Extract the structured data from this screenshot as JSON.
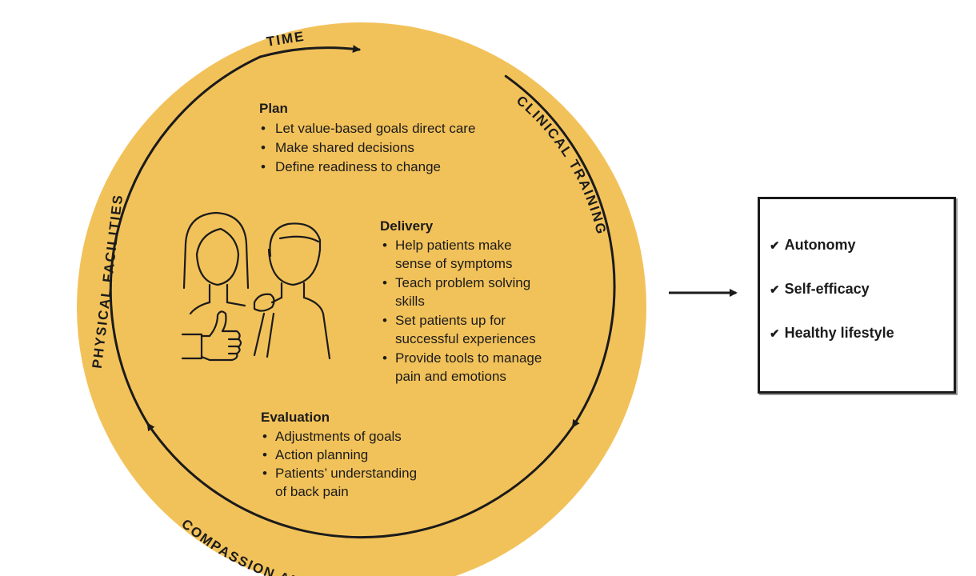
{
  "colors": {
    "circle_fill": "#f2c25a",
    "ink": "#1b1b1b"
  },
  "ring_labels": {
    "time": "TIME",
    "clinical_training": "CLINICAL TRAINING",
    "compassion": "COMPASSION AND RESPECT",
    "physical_facilities": "PHYSICAL FACILITIES"
  },
  "plan": {
    "title": "Plan",
    "items": [
      "Let value-based goals direct care",
      "Make shared decisions",
      "Define readiness to change"
    ]
  },
  "delivery": {
    "title": "Delivery",
    "items": [
      [
        "Help patients make",
        "sense of symptoms"
      ],
      [
        "Teach problem solving",
        "skills"
      ],
      [
        "Set patients up for",
        "successful experiences"
      ],
      [
        "Provide tools to manage",
        "pain and emotions"
      ]
    ]
  },
  "evaluation": {
    "title": "Evaluation",
    "items": [
      [
        "Adjustments of goals"
      ],
      [
        "Action planning"
      ],
      [
        "Patients’ understanding",
        "of back pain"
      ]
    ]
  },
  "outcomes": {
    "check_glyph": "✔",
    "items": [
      "Autonomy",
      "Self-efficacy",
      "Healthy lifestyle"
    ]
  },
  "icons": {
    "people": "patient-and-clinician-icon",
    "thumb": "thumbs-up-icon"
  }
}
